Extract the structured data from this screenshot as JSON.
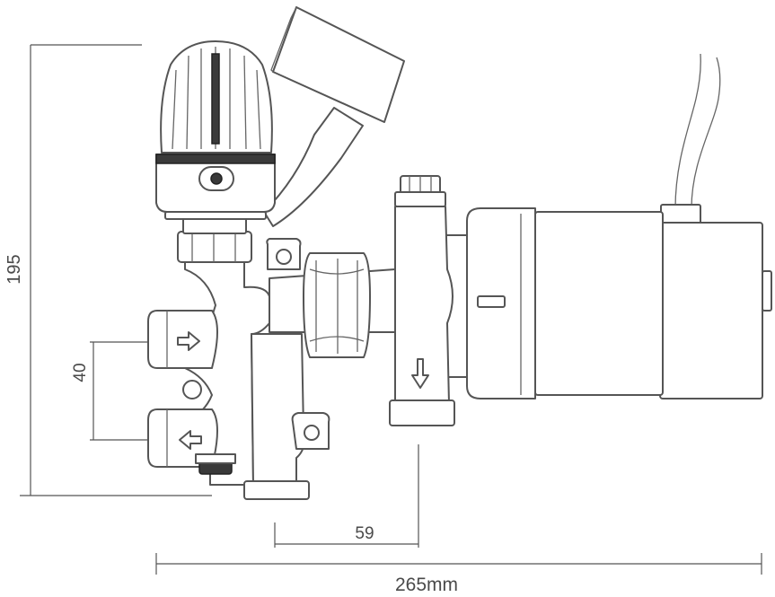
{
  "dimensions": {
    "height": "195",
    "port_spacing": "40",
    "offset": "59",
    "overall_width": "265mm"
  }
}
